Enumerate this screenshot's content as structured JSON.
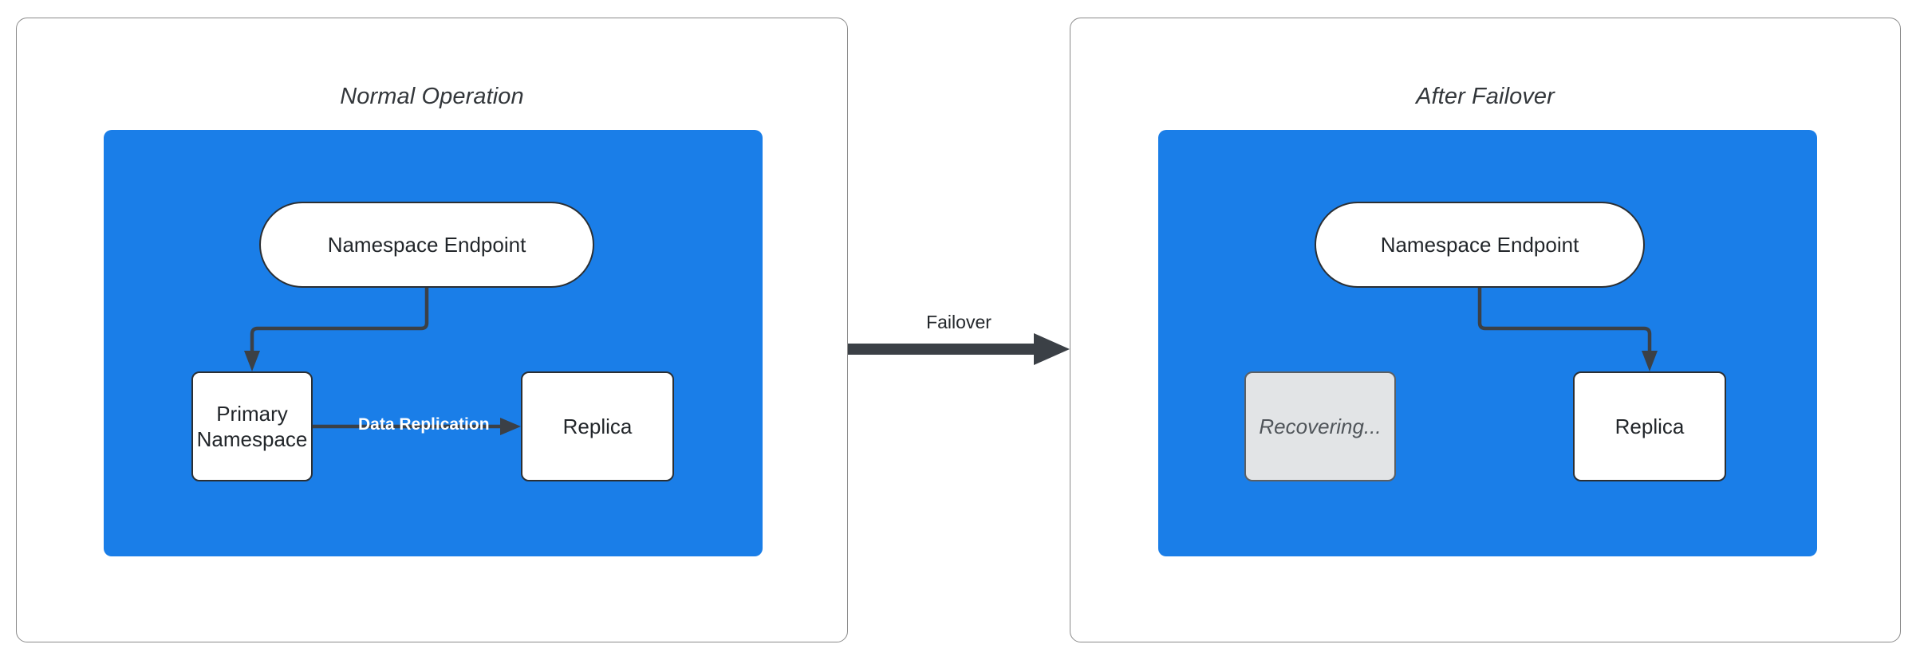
{
  "diagram": {
    "panels": [
      {
        "id": "normal-operation",
        "title": "Normal Operation",
        "nodes": {
          "endpoint": "Namespace Endpoint",
          "primary": "Primary\nNamespace",
          "primary_line1": "Primary",
          "primary_line2": "Namespace",
          "replica": "Replica"
        },
        "edges": {
          "endpoint_to_primary": "",
          "replication": "Data Replication"
        }
      },
      {
        "id": "after-failover",
        "title": "After Failover",
        "nodes": {
          "endpoint": "Namespace Endpoint",
          "recovering": "Recovering...",
          "replica": "Replica"
        },
        "edges": {
          "endpoint_to_replica": ""
        }
      }
    ],
    "transition": {
      "label": "Failover"
    },
    "colors": {
      "region_blue": "#1a7ee8",
      "node_fill": "#ffffff",
      "node_stroke": "#2b2f33",
      "muted_fill": "#e2e4e6",
      "muted_text": "#50555a",
      "edge_stroke": "#3b4046",
      "panel_border": "#8a8a8a",
      "replication_label": "#ffffff",
      "title_text": "#33373b"
    }
  }
}
